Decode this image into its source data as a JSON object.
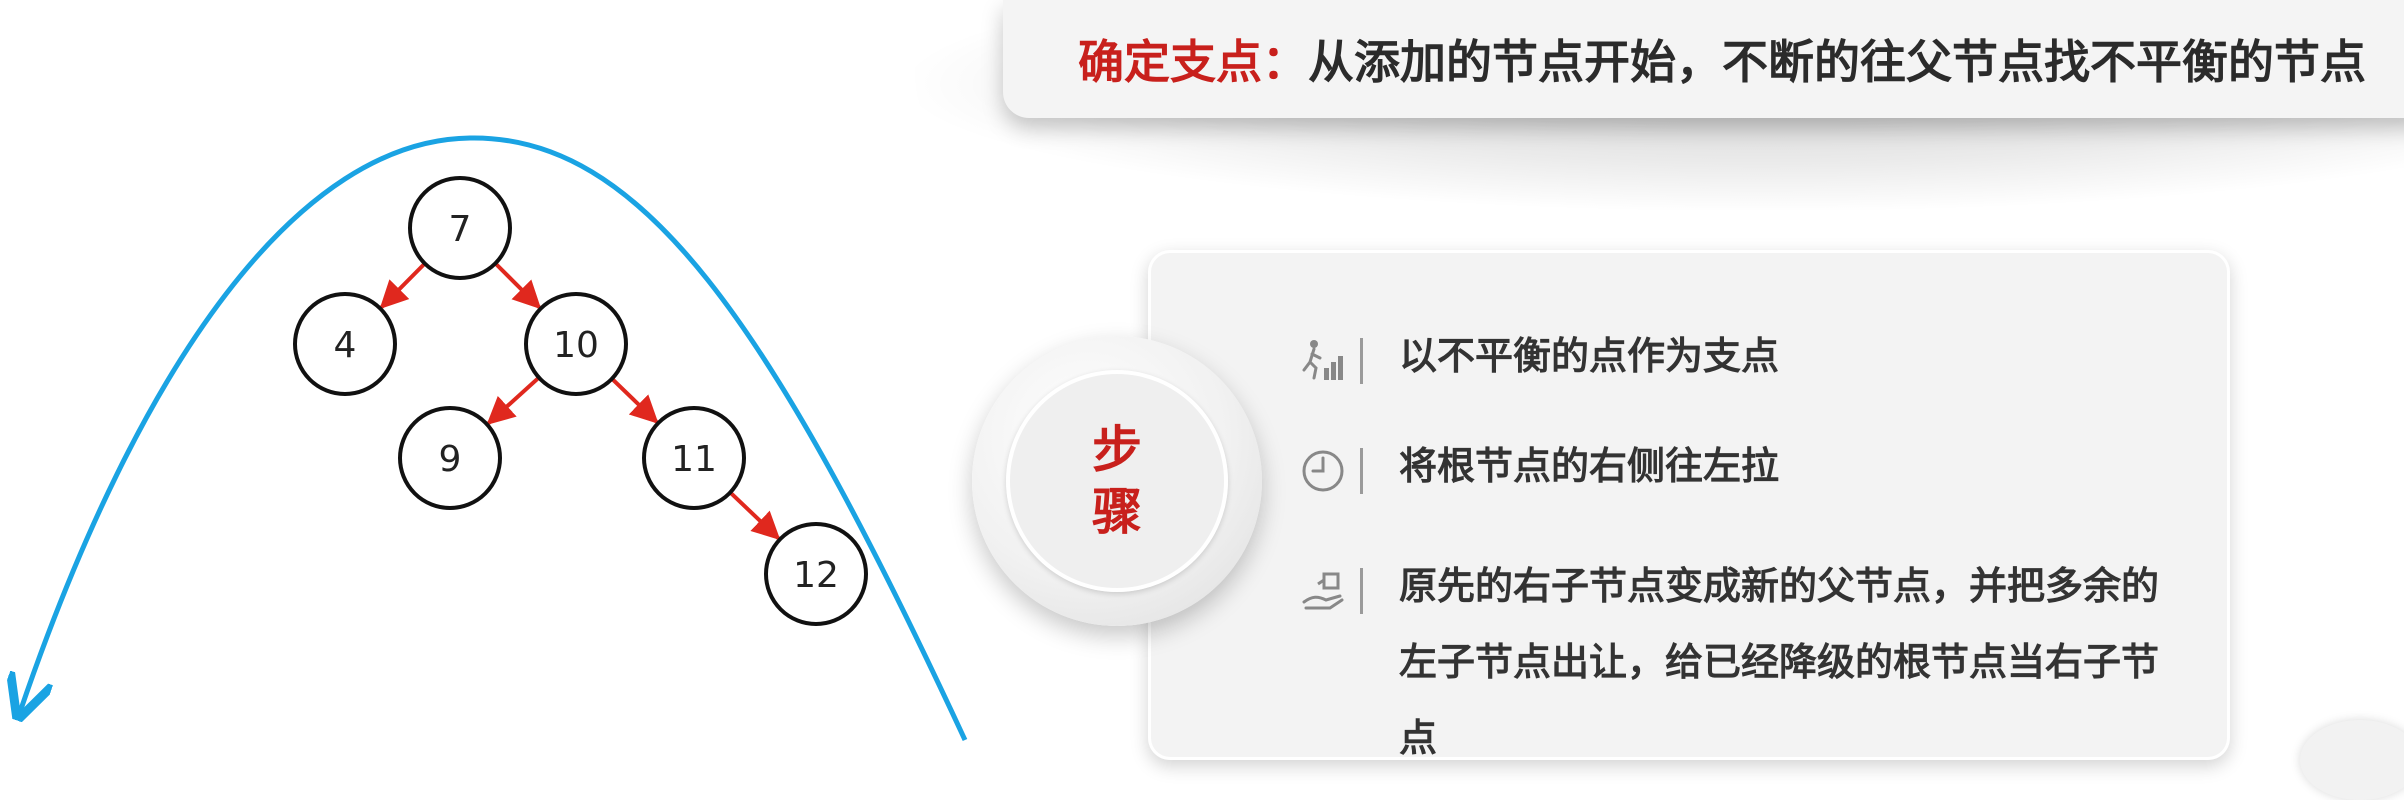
{
  "title": {
    "key": "确定支点：",
    "text": "从添加的节点开始，不断的往父节点找不平衡的节点"
  },
  "tree": {
    "nodes": [
      {
        "id": "n7",
        "label": "7"
      },
      {
        "id": "n4",
        "label": "4"
      },
      {
        "id": "n10",
        "label": "10"
      },
      {
        "id": "n9",
        "label": "9"
      },
      {
        "id": "n11",
        "label": "11"
      },
      {
        "id": "n12",
        "label": "12"
      }
    ],
    "edges": [
      [
        "n7",
        "n4"
      ],
      [
        "n7",
        "n10"
      ],
      [
        "n10",
        "n9"
      ],
      [
        "n10",
        "n11"
      ],
      [
        "n11",
        "n12"
      ]
    ],
    "edge_color": "#e0281e",
    "rotation_arrow_color": "#1aa3e3"
  },
  "steps_badge": {
    "chars": [
      "步",
      "骤"
    ]
  },
  "steps": [
    {
      "icon": "climbing-person-icon",
      "text": "以不平衡的点作为支点"
    },
    {
      "icon": "clock-icon",
      "text": "将根节点的右侧往左拉"
    },
    {
      "icon": "hand-giving-icon",
      "text": "原先的右子节点变成新的父节点，并把多余的左子节点出让，给已经降级的根节点当右子节点"
    }
  ],
  "colors": {
    "accent_red": "#c8201c",
    "text_dark": "#2b2b2b"
  }
}
